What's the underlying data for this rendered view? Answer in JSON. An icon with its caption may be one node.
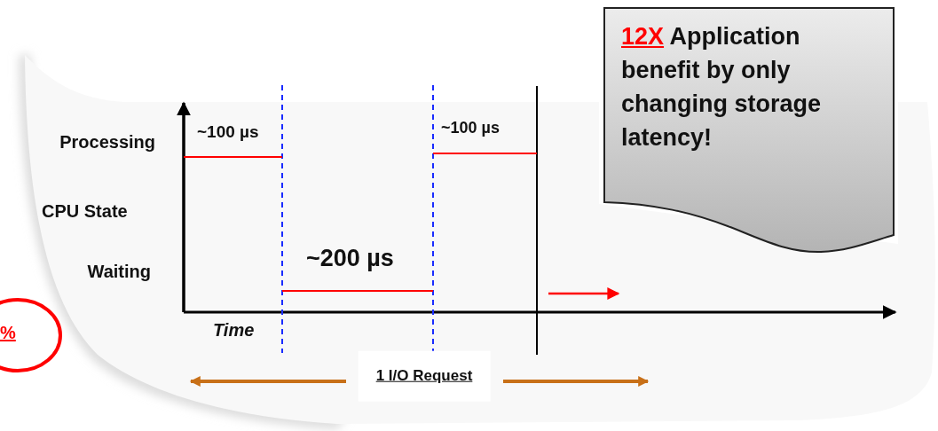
{
  "diagram": {
    "nodes": [
      {
        "text": [
          "12X",
          "Application benefit by only changing storage latency!"
        ]
      },
      {
        "text": [
          "%"
        ]
      }
    ],
    "labels": [
      "~100 µs",
      "~100 µs",
      "Processing",
      "CPU State",
      "~200 µs",
      "Waiting",
      "Time",
      "1 I/O Request"
    ]
  }
}
